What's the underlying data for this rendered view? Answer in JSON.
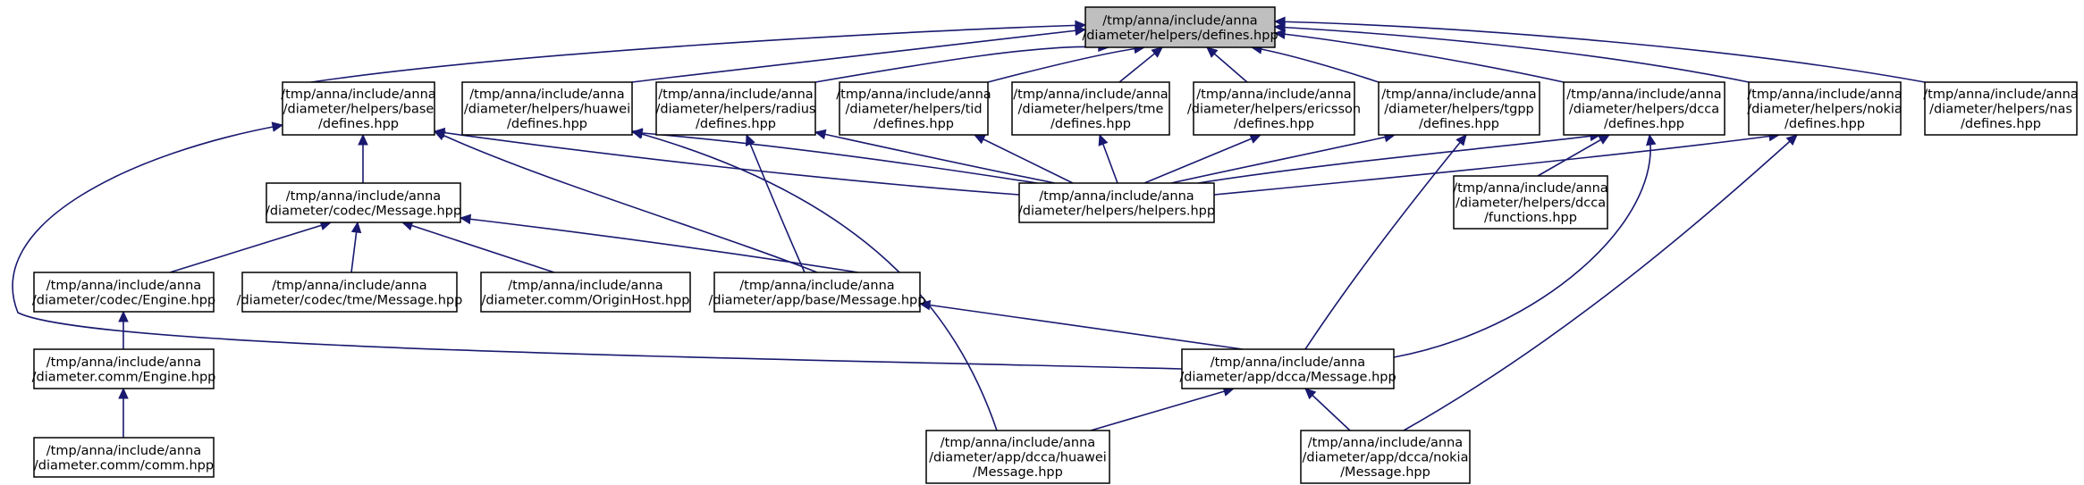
{
  "colors": {
    "edge": "#191970",
    "node_border": "#000000",
    "root_fill": "#bfbfbf",
    "node_fill": "#ffffff"
  },
  "nodes": [
    {
      "id": "root",
      "lines": [
        "/tmp/anna/include/anna",
        "/diameter/helpers/defines.hpp"
      ],
      "root": true
    },
    {
      "id": "base",
      "lines": [
        "/tmp/anna/include/anna",
        "/diameter/helpers/base",
        "/defines.hpp"
      ]
    },
    {
      "id": "huawei",
      "lines": [
        "/tmp/anna/include/anna",
        "/diameter/helpers/huawei",
        "/defines.hpp"
      ]
    },
    {
      "id": "radius",
      "lines": [
        "/tmp/anna/include/anna",
        "/diameter/helpers/radius",
        "/defines.hpp"
      ]
    },
    {
      "id": "tid",
      "lines": [
        "/tmp/anna/include/anna",
        "/diameter/helpers/tid",
        "/defines.hpp"
      ]
    },
    {
      "id": "tme",
      "lines": [
        "/tmp/anna/include/anna",
        "/diameter/helpers/tme",
        "/defines.hpp"
      ]
    },
    {
      "id": "ericsson",
      "lines": [
        "/tmp/anna/include/anna",
        "/diameter/helpers/ericsson",
        "/defines.hpp"
      ]
    },
    {
      "id": "tgpp",
      "lines": [
        "/tmp/anna/include/anna",
        "/diameter/helpers/tgpp",
        "/defines.hpp"
      ]
    },
    {
      "id": "dcca",
      "lines": [
        "/tmp/anna/include/anna",
        "/diameter/helpers/dcca",
        "/defines.hpp"
      ]
    },
    {
      "id": "nokia",
      "lines": [
        "/tmp/anna/include/anna",
        "/diameter/helpers/nokia",
        "/defines.hpp"
      ]
    },
    {
      "id": "nas",
      "lines": [
        "/tmp/anna/include/anna",
        "/diameter/helpers/nas",
        "/defines.hpp"
      ]
    },
    {
      "id": "codecmsg",
      "lines": [
        "/tmp/anna/include/anna",
        "/diameter/codec/Message.hpp"
      ]
    },
    {
      "id": "helpers",
      "lines": [
        "/tmp/anna/include/anna",
        "/diameter/helpers/helpers.hpp"
      ]
    },
    {
      "id": "dccafunc",
      "lines": [
        "/tmp/anna/include/anna",
        "/diameter/helpers/dcca",
        "/functions.hpp"
      ]
    },
    {
      "id": "codecengine",
      "lines": [
        "/tmp/anna/include/anna",
        "/diameter/codec/Engine.hpp"
      ]
    },
    {
      "id": "tmemsg",
      "lines": [
        "/tmp/anna/include/anna",
        "/diameter/codec/tme/Message.hpp"
      ]
    },
    {
      "id": "originhost",
      "lines": [
        "/tmp/anna/include/anna",
        "/diameter.comm/OriginHost.hpp"
      ]
    },
    {
      "id": "appbasemsg",
      "lines": [
        "/tmp/anna/include/anna",
        "/diameter/app/base/Message.hpp"
      ]
    },
    {
      "id": "commengine",
      "lines": [
        "/tmp/anna/include/anna",
        "/diameter.comm/Engine.hpp"
      ]
    },
    {
      "id": "dccamsg",
      "lines": [
        "/tmp/anna/include/anna",
        "/diameter/app/dcca/Message.hpp"
      ]
    },
    {
      "id": "comm",
      "lines": [
        "/tmp/anna/include/anna",
        "/diameter.comm/comm.hpp"
      ]
    },
    {
      "id": "huaweimsg",
      "lines": [
        "/tmp/anna/include/anna",
        "/diameter/app/dcca/huawei",
        "/Message.hpp"
      ]
    },
    {
      "id": "nokiamsg",
      "lines": [
        "/tmp/anna/include/anna",
        "/diameter/app/dcca/nokia",
        "/Message.hpp"
      ]
    }
  ]
}
